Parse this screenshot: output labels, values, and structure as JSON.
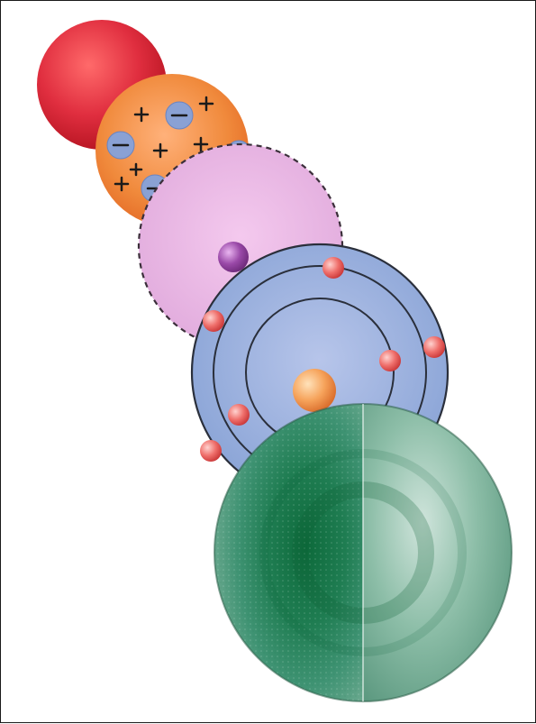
{
  "diagram": {
    "models": [
      {
        "id": "dalton",
        "color": "#d9202f"
      },
      {
        "id": "thomson",
        "color": "#ee7a2a",
        "plus_symbols": 7,
        "minus_symbols": 5
      },
      {
        "id": "rutherford",
        "color": "#e6a6d8"
      },
      {
        "id": "bohr",
        "color": "#8ea7d8",
        "orbits": 2,
        "electrons": 7
      },
      {
        "id": "quantum",
        "color": "#3b8b63"
      }
    ]
  }
}
